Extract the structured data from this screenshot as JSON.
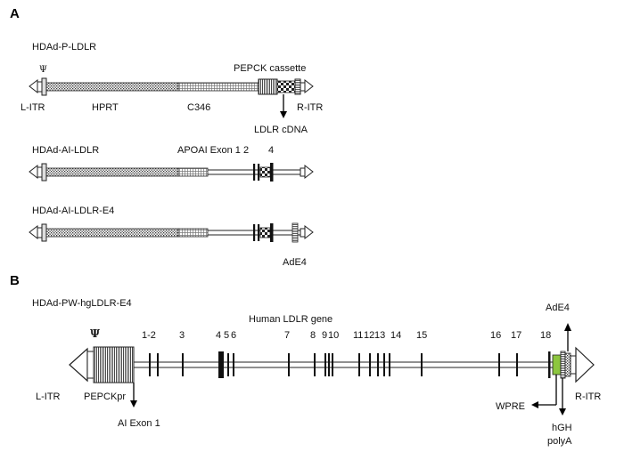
{
  "panel_a": {
    "letter": "A",
    "construct1": {
      "title": "HDAd-P-LDLR",
      "psi": "Ψ",
      "pepck_cassette": "PEPCK cassette",
      "l_itr": "L-ITR",
      "hprt": "HPRT",
      "c346": "C346",
      "r_itr": "R-ITR",
      "ldlr_cdna": "LDLR cDNA"
    },
    "construct2": {
      "title": "HDAd-AI-LDLR",
      "apoai_exons": "APOAI Exon 1 2",
      "exon4": "4"
    },
    "construct3": {
      "title": "HDAd-AI-LDLR-E4",
      "ade4": "AdE4"
    }
  },
  "panel_b": {
    "letter": "B",
    "title": "HDAd-PW-hgLDLR-E4",
    "psi": "Ψ",
    "gene_label": "Human LDLR gene",
    "ade4": "AdE4",
    "l_itr": "L-ITR",
    "pepckpr": "PEPCKpr",
    "ai_exon1": "AI Exon 1",
    "wpre": "WPRE",
    "r_itr": "R-ITR",
    "hgh": "hGH",
    "polya": "polyA",
    "exon_labels": [
      "1-2",
      "3",
      "4",
      "5",
      "6",
      "7",
      "8",
      "9",
      "10",
      "11",
      "12",
      "13",
      "14",
      "15",
      "16",
      "17",
      "18"
    ]
  },
  "colors": {
    "green_block": "#8dc63f",
    "hatch": "#555555"
  }
}
